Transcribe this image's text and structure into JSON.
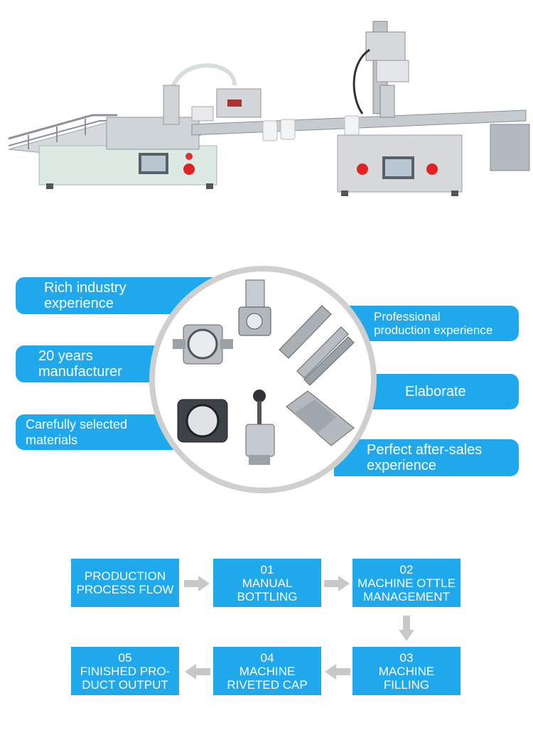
{
  "features": {
    "left": [
      {
        "text": "Rich industry\nexperience"
      },
      {
        "text": "20 years\nmanufacturer"
      },
      {
        "text": "Carefully selected\nmaterials"
      }
    ],
    "right": [
      {
        "text": "Professional\nproduction experience"
      },
      {
        "text": "Elaborate"
      },
      {
        "text": "Perfect after-sales\nexperience"
      }
    ]
  },
  "flow": {
    "title": "PRODUCTION\nPROCESS FLOW",
    "steps": [
      {
        "num": "01",
        "label": "MANUAL\nBOTTLING"
      },
      {
        "num": "02",
        "label": "MACHINE OTTLE\nMANAGEMENT"
      },
      {
        "num": "03",
        "label": "MACHINE\nFILLING"
      },
      {
        "num": "04",
        "label": "MACHINE\nRIVETED CAP"
      },
      {
        "num": "05",
        "label": "FINISHED PRO-\nDUCT OUTPUT"
      }
    ]
  },
  "colors": {
    "accent": "#1fa9ec",
    "arrow": "#c8c8c8",
    "machine_steel": "#c9ced3",
    "machine_base": "#d9e8e2"
  }
}
